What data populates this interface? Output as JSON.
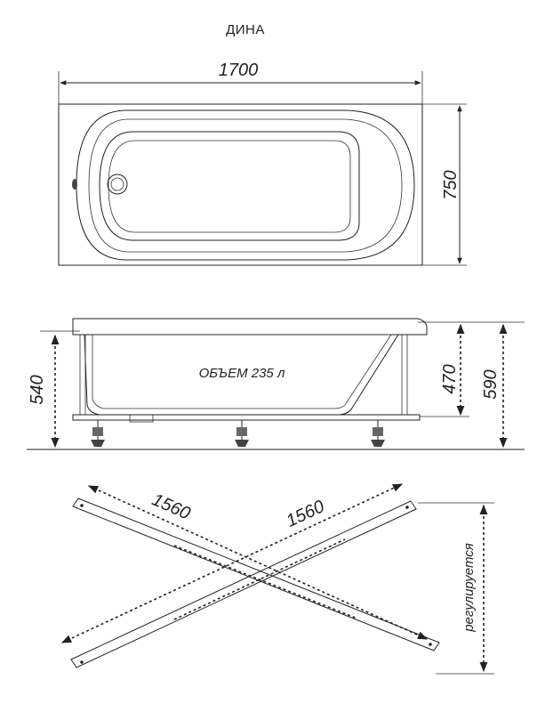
{
  "title": "ДИНА",
  "top_view": {
    "length_label": "1700",
    "width_label": "750"
  },
  "side_view": {
    "left_height_label": "540",
    "inner_height_label": "470",
    "total_height_label": "590",
    "volume_label": "ОБЪЕМ 235 л"
  },
  "frame_view": {
    "left_diag_label": "1560",
    "right_diag_label": "1560",
    "adjustable_label": "регулируется"
  }
}
